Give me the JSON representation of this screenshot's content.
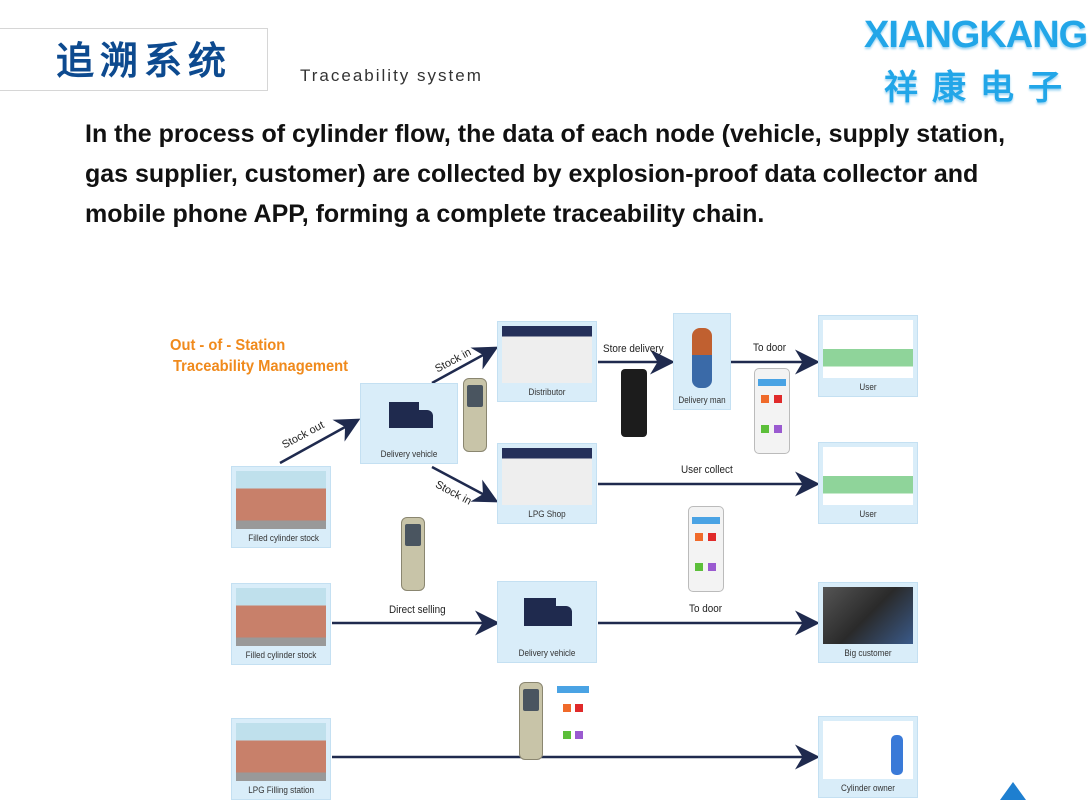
{
  "header": {
    "title_cn": "追溯系统",
    "title_en": "Traceability system"
  },
  "logo": {
    "en": "XIANGKANG",
    "cn": "祥康电子"
  },
  "description": "In the process of cylinder flow, the data of each node (vehicle, supply station, gas supplier, customer) are collected by explosion-proof data collector and mobile phone APP, forming a complete traceability chain.",
  "diagram": {
    "title_line1": "Out - of - Station",
    "title_line2": "Traceability Management",
    "nodes": {
      "filled_stock_1": "Filled cylinder stock",
      "vehicle_1": "Delivery vehicle",
      "distributor": "Distributor",
      "lpg_shop": "LPG Shop",
      "delivery_man": "Delivery man",
      "user_1": "User",
      "user_2": "User",
      "filled_stock_2": "Filled cylinder stock",
      "vehicle_2": "Delivery vehicle",
      "big_customer": "Big customer",
      "filling_station": "LPG Filling station",
      "cylinder_owner": "Cylinder owner"
    },
    "arrows": {
      "stock_out": "Stock out",
      "stock_in_1": "Stock in",
      "stock_in_2": "Stock in",
      "store_delivery": "Store delivery",
      "to_door_1": "To door",
      "user_collect": "User collect",
      "direct_selling": "Direct selling",
      "to_door_2": "To door"
    }
  },
  "colors": {
    "title_blue": "#0d4a8f",
    "logo_blue": "#22a6e8",
    "orange": "#f08a1c",
    "arrow": "#1f2a4e",
    "node_bg": "#d9edf9"
  }
}
